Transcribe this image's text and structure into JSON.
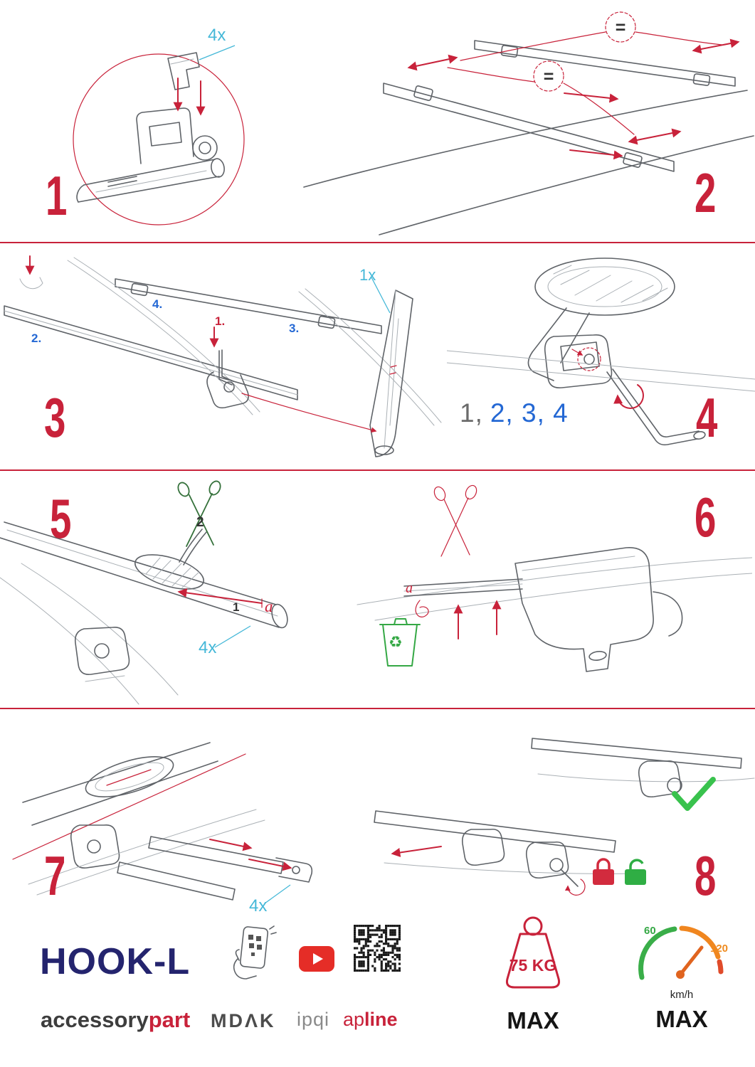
{
  "colors": {
    "red": "#c8223a",
    "blue-label": "#45b8d8",
    "blue-text": "#2468d4",
    "green": "#35a845",
    "orange": "#ef8b1f",
    "navy": "#24246e",
    "ink": "#3d3d3d"
  },
  "steps": {
    "s1": {
      "num": "1",
      "qty": "4x"
    },
    "s2": {
      "num": "2",
      "eq": "="
    },
    "s3": {
      "num": "3",
      "qty": "1x",
      "l1": "1.",
      "l2": "2.",
      "l3": "3.",
      "l4": "4."
    },
    "s4": {
      "num": "4",
      "seq_done": "1,",
      "seq_todo": "2, 3, 4"
    },
    "s5": {
      "num": "5",
      "l1": "1",
      "l2": "2",
      "la": "a",
      "qty": "4x"
    },
    "s6": {
      "num": "6",
      "la": "a"
    },
    "s7": {
      "num": "7",
      "qty": "4x"
    },
    "s8": {
      "num": "8"
    }
  },
  "icons": {
    "recycle": "♻"
  },
  "footer": {
    "product": "HOOK-L",
    "brand_left": "accessory",
    "brand_right": "part",
    "logo_mdak": "MDΛK",
    "logo_ipqi": "ipqi",
    "logo_ap": "ap",
    "logo_line": "line",
    "weight_value": "75 KG",
    "weight_max": "MAX",
    "speed_low": "60",
    "speed_high": "120",
    "speed_unit": "km/h",
    "speed_max": "MAX"
  }
}
